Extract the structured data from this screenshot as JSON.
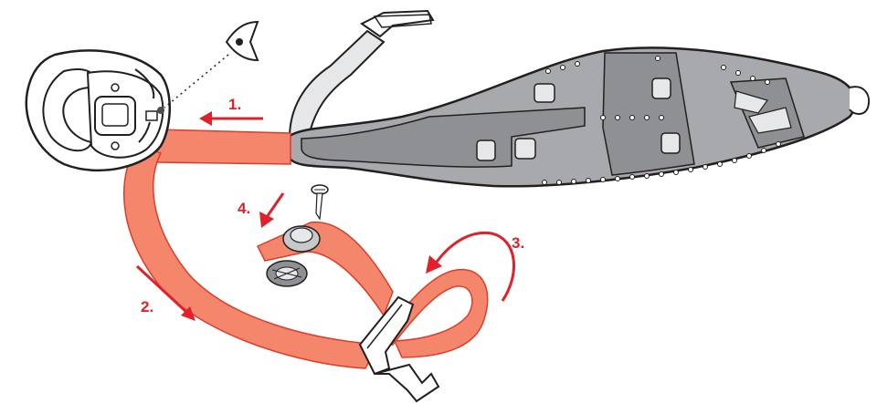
{
  "steps": [
    {
      "label": "1."
    },
    {
      "label": "2."
    },
    {
      "label": "3."
    },
    {
      "label": "4."
    }
  ],
  "colors": {
    "arrow": "#e2202a",
    "strap_fill": "#f4876b",
    "strap_edge": "#e03a2a",
    "harness_fill": "#a7a9ac",
    "harness_dark": "#8e9094",
    "outline": "#231f20",
    "light_part": "#e6e7e8"
  },
  "icons": [
    "eye-icon",
    "screw-icon"
  ]
}
